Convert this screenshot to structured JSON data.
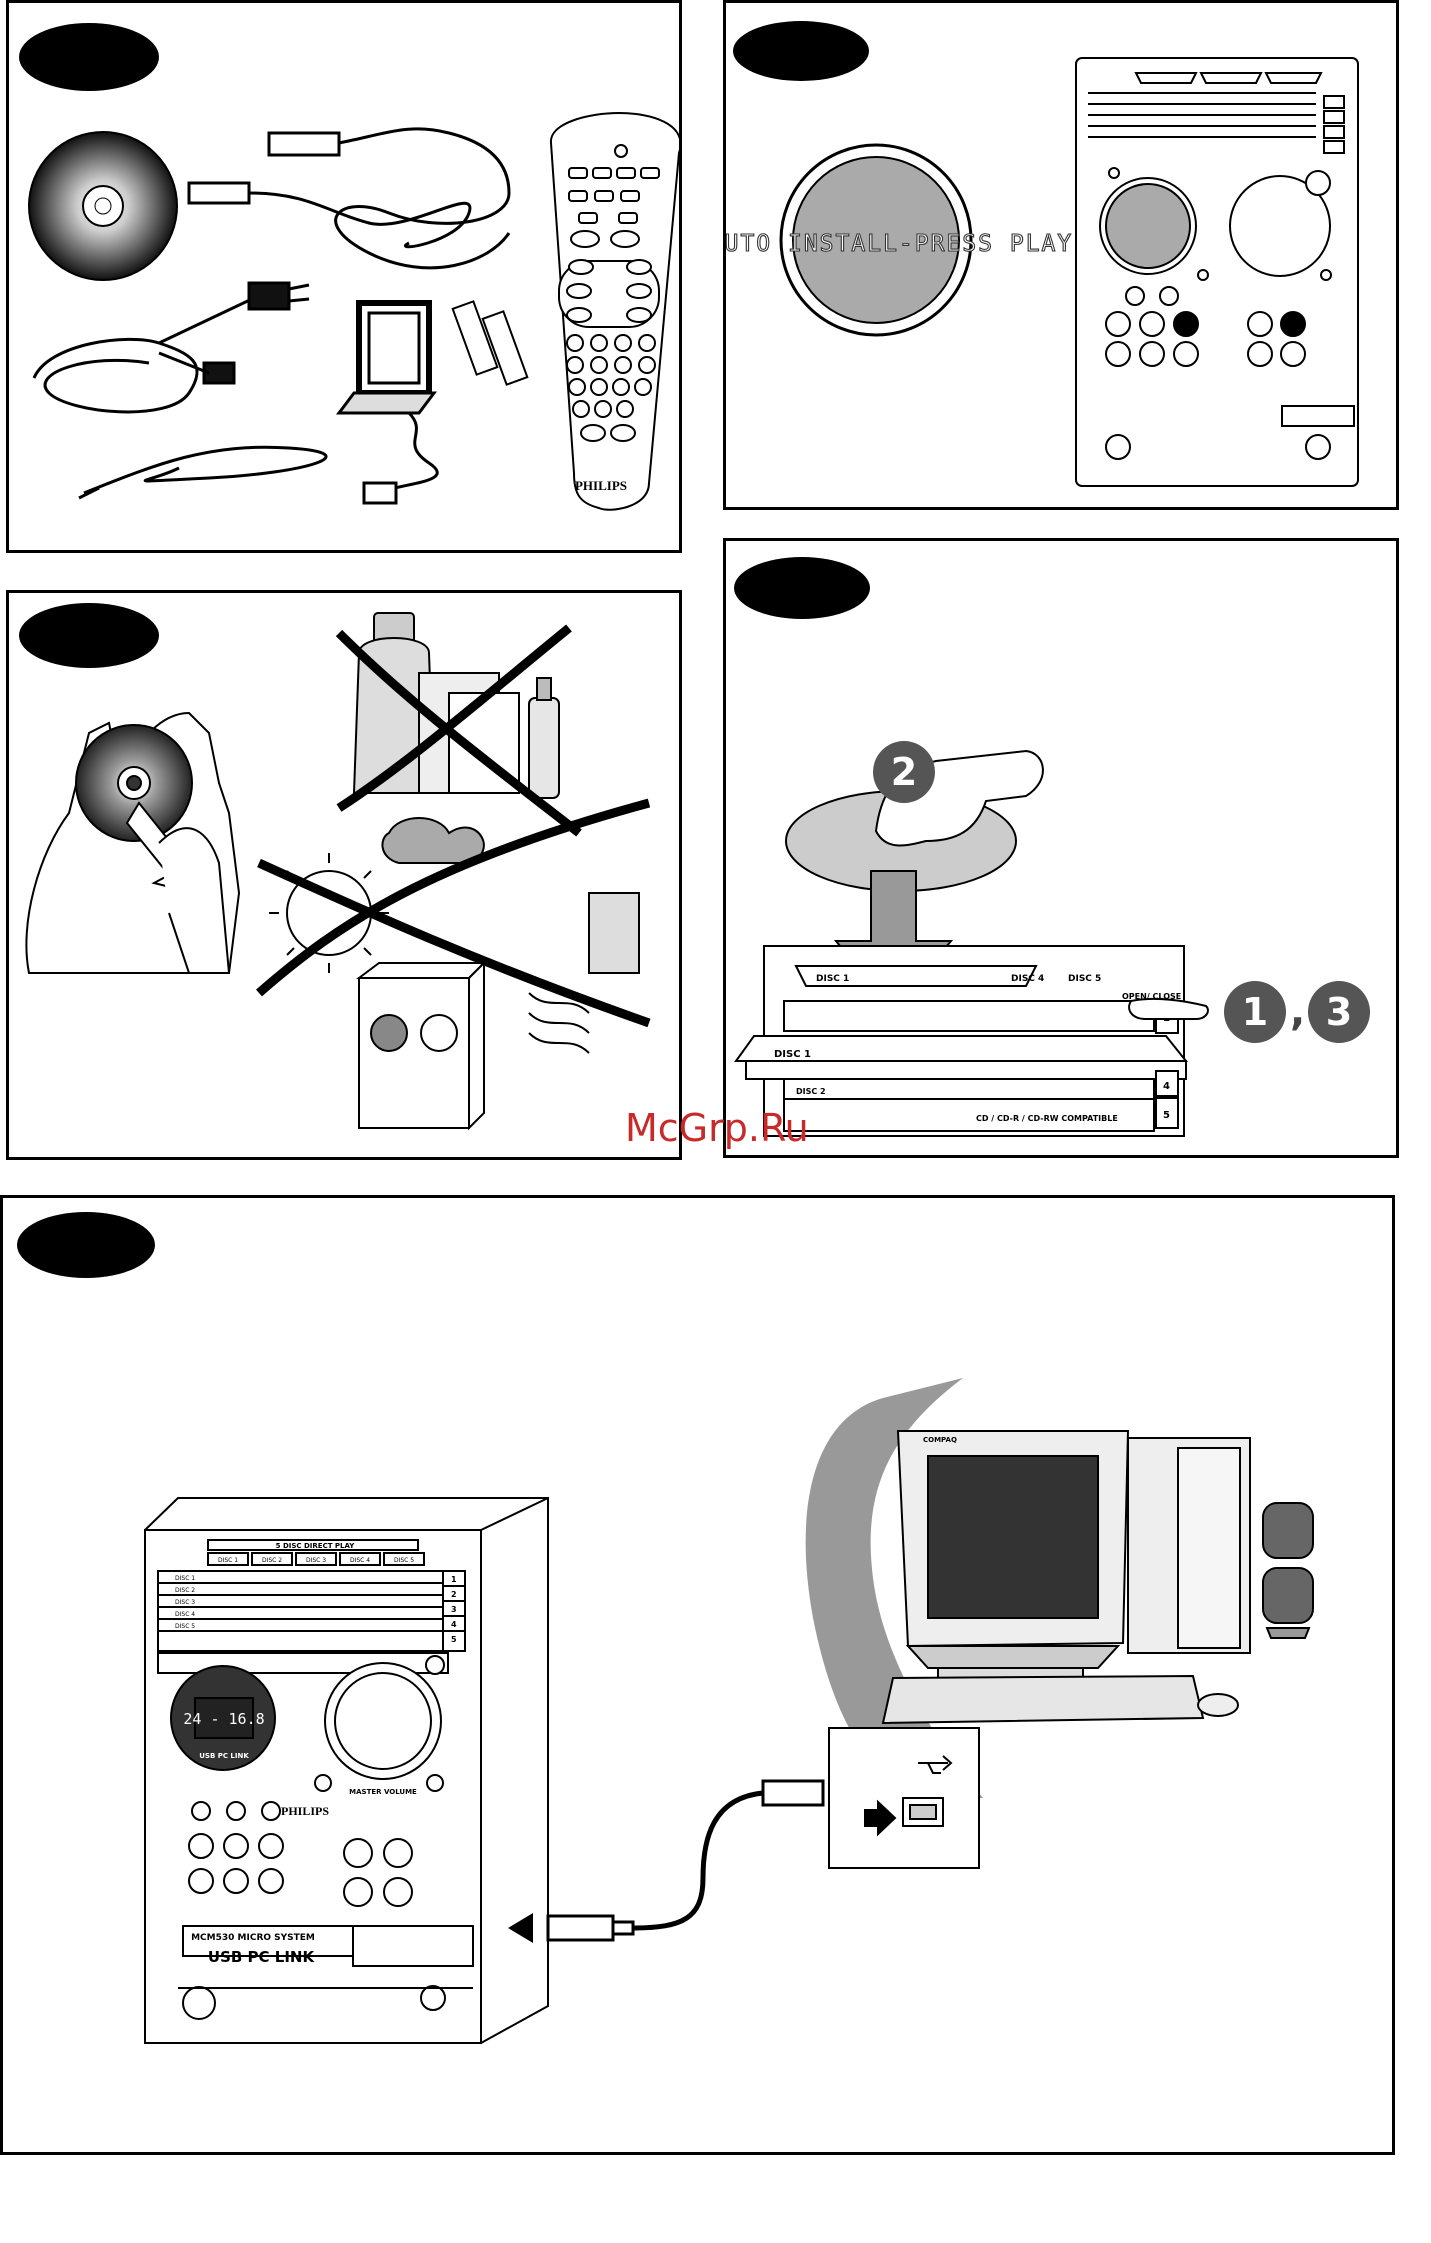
{
  "remote": {
    "brand": "PHILIPS"
  },
  "display_panel": {
    "lcd_text": "AUTO INSTALL-PRESS PLAY"
  },
  "loading_panel": {
    "tray_labels": [
      "DISC 1",
      "DISC 4",
      "DISC 5"
    ],
    "tray_disc_label": "DISC 1",
    "disc2_label": "DISC 2",
    "open_close": "OPEN/ CLOSE",
    "compat": "CD / CD-R / CD-RW COMPATIBLE",
    "step2": "2",
    "step1": "1",
    "comma": ",",
    "step3": "3",
    "slots": [
      "1",
      "4",
      "5"
    ]
  },
  "connect_panel": {
    "direct_play": "5 DISC DIRECT PLAY",
    "disc_buttons": [
      "DISC 1",
      "DISC 2",
      "DISC 3",
      "DISC 4",
      "DISC 5"
    ],
    "disc_rows": [
      "DISC 1",
      "DISC 2",
      "DISC 3",
      "DISC 4",
      "DISC 5"
    ],
    "slot_numbers": [
      "1",
      "2",
      "3",
      "4",
      "5"
    ],
    "master_volume": "MASTER VOLUME",
    "brand": "PHILIPS",
    "lcd": "24 - 16.8",
    "usb_pc_link": "USB PC LINK",
    "model": "MCM530 MICRO SYSTEM",
    "model_usb": "USB PC LINK",
    "pc_brand": "COMPAQ"
  },
  "watermark": "McGrp.Ru"
}
